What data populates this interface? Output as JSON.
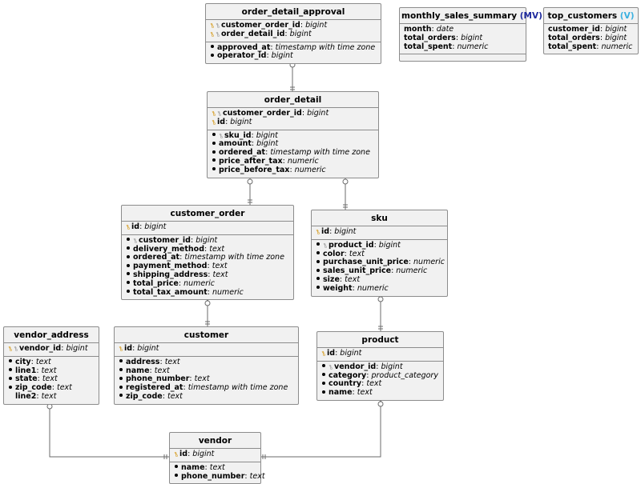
{
  "entities": {
    "order_detail_approval": {
      "title": "order_detail_approval",
      "sections": [
        [
          {
            "keys": [
              "pk",
              "fk"
            ],
            "name": "customer_order_id",
            "type": "bigint"
          },
          {
            "keys": [
              "pk",
              "fk"
            ],
            "name": "order_detail_id",
            "type": "bigint"
          }
        ],
        [
          {
            "keys": [
              "bullet"
            ],
            "name": "approved_at",
            "type": "timestamp with time zone"
          },
          {
            "keys": [
              "bullet"
            ],
            "name": "operator_id",
            "type": "bigint"
          }
        ]
      ]
    },
    "monthly_sales_summary": {
      "title": "monthly_sales_summary",
      "stereotype": "(MV)",
      "sections": [
        [
          {
            "keys": [],
            "name": "month",
            "type": "date"
          },
          {
            "keys": [],
            "name": "total_orders",
            "type": "bigint"
          },
          {
            "keys": [],
            "name": "total_spent",
            "type": "numeric"
          }
        ],
        []
      ]
    },
    "top_customers": {
      "title": "top_customers",
      "stereotype": "(V)",
      "sections": [
        [
          {
            "keys": [],
            "name": "customer_id",
            "type": "bigint"
          },
          {
            "keys": [],
            "name": "total_orders",
            "type": "bigint"
          },
          {
            "keys": [],
            "name": "total_spent",
            "type": "numeric"
          }
        ]
      ]
    },
    "order_detail": {
      "title": "order_detail",
      "sections": [
        [
          {
            "keys": [
              "pk",
              "fk"
            ],
            "name": "customer_order_id",
            "type": "bigint"
          },
          {
            "keys": [
              "pk"
            ],
            "name": "id",
            "type": "bigint"
          }
        ],
        [
          {
            "keys": [
              "bullet",
              "fk"
            ],
            "name": "sku_id",
            "type": "bigint"
          },
          {
            "keys": [
              "bullet"
            ],
            "name": "amount",
            "type": "bigint"
          },
          {
            "keys": [
              "bullet"
            ],
            "name": "ordered_at",
            "type": "timestamp with time zone"
          },
          {
            "keys": [
              "bullet"
            ],
            "name": "price_after_tax",
            "type": "numeric"
          },
          {
            "keys": [
              "bullet"
            ],
            "name": "price_before_tax",
            "type": "numeric"
          }
        ]
      ]
    },
    "customer_order": {
      "title": "customer_order",
      "sections": [
        [
          {
            "keys": [
              "pk"
            ],
            "name": "id",
            "type": "bigint"
          }
        ],
        [
          {
            "keys": [
              "bullet",
              "fk"
            ],
            "name": "customer_id",
            "type": "bigint"
          },
          {
            "keys": [
              "bullet"
            ],
            "name": "delivery_method",
            "type": "text"
          },
          {
            "keys": [
              "bullet"
            ],
            "name": "ordered_at",
            "type": "timestamp with time zone"
          },
          {
            "keys": [
              "bullet"
            ],
            "name": "payment_method",
            "type": "text"
          },
          {
            "keys": [
              "bullet"
            ],
            "name": "shipping_address",
            "type": "text"
          },
          {
            "keys": [
              "bullet"
            ],
            "name": "total_price",
            "type": "numeric"
          },
          {
            "keys": [
              "bullet"
            ],
            "name": "total_tax_amount",
            "type": "numeric"
          }
        ]
      ]
    },
    "sku": {
      "title": "sku",
      "sections": [
        [
          {
            "keys": [
              "pk"
            ],
            "name": "id",
            "type": "bigint"
          }
        ],
        [
          {
            "keys": [
              "bullet",
              "fk"
            ],
            "name": "product_id",
            "type": "bigint"
          },
          {
            "keys": [
              "bullet"
            ],
            "name": "color",
            "type": "text"
          },
          {
            "keys": [
              "bullet"
            ],
            "name": "purchase_unit_price",
            "type": "numeric"
          },
          {
            "keys": [
              "bullet"
            ],
            "name": "sales_unit_price",
            "type": "numeric"
          },
          {
            "keys": [
              "bullet"
            ],
            "name": "size",
            "type": "text"
          },
          {
            "keys": [
              "bullet"
            ],
            "name": "weight",
            "type": "numeric"
          }
        ]
      ]
    },
    "vendor_address": {
      "title": "vendor_address",
      "sections": [
        [
          {
            "keys": [
              "pk",
              "fk"
            ],
            "name": "vendor_id",
            "type": "bigint"
          }
        ],
        [
          {
            "keys": [
              "bullet"
            ],
            "name": "city",
            "type": "text"
          },
          {
            "keys": [
              "bullet"
            ],
            "name": "line1",
            "type": "text"
          },
          {
            "keys": [
              "bullet"
            ],
            "name": "state",
            "type": "text"
          },
          {
            "keys": [
              "bullet"
            ],
            "name": "zip_code",
            "type": "text"
          },
          {
            "keys": [
              "indent"
            ],
            "name": "line2",
            "type": "text"
          }
        ]
      ]
    },
    "customer": {
      "title": "customer",
      "sections": [
        [
          {
            "keys": [
              "pk"
            ],
            "name": "id",
            "type": "bigint"
          }
        ],
        [
          {
            "keys": [
              "bullet"
            ],
            "name": "address",
            "type": "text"
          },
          {
            "keys": [
              "bullet"
            ],
            "name": "name",
            "type": "text"
          },
          {
            "keys": [
              "bullet"
            ],
            "name": "phone_number",
            "type": "text"
          },
          {
            "keys": [
              "bullet"
            ],
            "name": "registered_at",
            "type": "timestamp with time zone"
          },
          {
            "keys": [
              "bullet"
            ],
            "name": "zip_code",
            "type": "text"
          }
        ]
      ]
    },
    "product": {
      "title": "product",
      "sections": [
        [
          {
            "keys": [
              "pk"
            ],
            "name": "id",
            "type": "bigint"
          }
        ],
        [
          {
            "keys": [
              "bullet",
              "fk"
            ],
            "name": "vendor_id",
            "type": "bigint"
          },
          {
            "keys": [
              "bullet"
            ],
            "name": "category",
            "type": "product_category"
          },
          {
            "keys": [
              "bullet"
            ],
            "name": "country",
            "type": "text"
          },
          {
            "keys": [
              "bullet"
            ],
            "name": "name",
            "type": "text"
          }
        ]
      ]
    },
    "vendor": {
      "title": "vendor",
      "sections": [
        [
          {
            "keys": [
              "pk"
            ],
            "name": "id",
            "type": "bigint"
          }
        ],
        [
          {
            "keys": [
              "bullet"
            ],
            "name": "name",
            "type": "text"
          },
          {
            "keys": [
              "bullet"
            ],
            "name": "phone_number",
            "type": "text"
          }
        ]
      ]
    }
  },
  "relationships": [
    {
      "from": "order_detail",
      "to": "order_detail_approval",
      "from_card": "one",
      "to_card": "zero-or-one"
    },
    {
      "from": "customer_order",
      "to": "order_detail",
      "from_card": "one",
      "to_card": "zero-or-many"
    },
    {
      "from": "sku",
      "to": "order_detail",
      "from_card": "one",
      "to_card": "zero-or-many"
    },
    {
      "from": "customer",
      "to": "customer_order",
      "from_card": "one",
      "to_card": "zero-or-many"
    },
    {
      "from": "product",
      "to": "sku",
      "from_card": "one",
      "to_card": "zero-or-many"
    },
    {
      "from": "vendor",
      "to": "vendor_address",
      "from_card": "one",
      "to_card": "zero-or-one"
    },
    {
      "from": "vendor",
      "to": "product",
      "from_card": "one",
      "to_card": "zero-or-many"
    }
  ],
  "colors": {
    "entity_fill": "#f1f1f1",
    "border": "#8c8c8c",
    "line": "#6b6b6b",
    "pk_key": "#d59a1a",
    "fk_key": "#9a9a9a",
    "mv_stereotype": "#1e2a9e",
    "v_stereotype": "#3ab0e0"
  }
}
